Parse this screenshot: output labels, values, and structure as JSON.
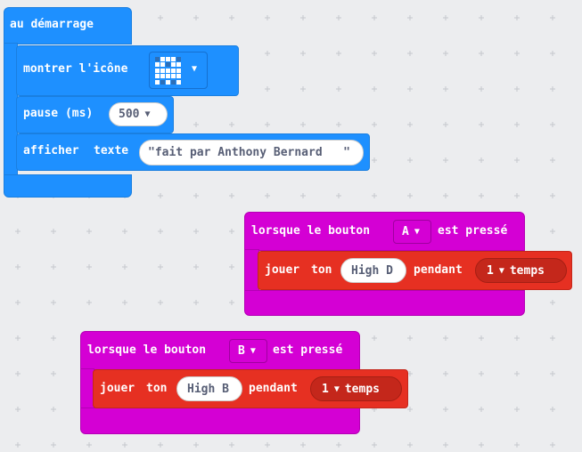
{
  "on_start": {
    "label": "au démarrage",
    "show_icon": {
      "label": "montrer l'icône",
      "icon_pattern": [
        [
          0,
          1,
          1,
          1,
          0
        ],
        [
          1,
          1,
          0,
          1,
          1
        ],
        [
          1,
          1,
          1,
          1,
          1
        ],
        [
          1,
          1,
          1,
          1,
          1
        ],
        [
          1,
          0,
          1,
          0,
          1
        ]
      ]
    },
    "pause": {
      "label": "pause (ms)",
      "value": "500"
    },
    "show_text": {
      "label1": "afficher",
      "label2": "texte",
      "value": "\"fait par Anthony Bernard   \""
    }
  },
  "button_a_handler": {
    "label_prefix": "lorsque le bouton",
    "button": "A",
    "label_suffix": "est pressé",
    "play": {
      "label": "jouer",
      "label2": "ton",
      "note": "High D",
      "label3": "pendant",
      "beats": "1",
      "beats_label": "temps"
    }
  },
  "button_b_handler": {
    "label_prefix": "lorsque le bouton",
    "button": "B",
    "label_suffix": "est pressé",
    "play": {
      "label": "jouer",
      "label2": "ton",
      "note": "High B",
      "label3": "pendant",
      "beats": "1",
      "beats_label": "temps"
    }
  },
  "colors": {
    "workspace": "#ecedef",
    "basic_block": "#1e90ff",
    "input_block": "#d400d4",
    "music_block": "#e63022"
  }
}
